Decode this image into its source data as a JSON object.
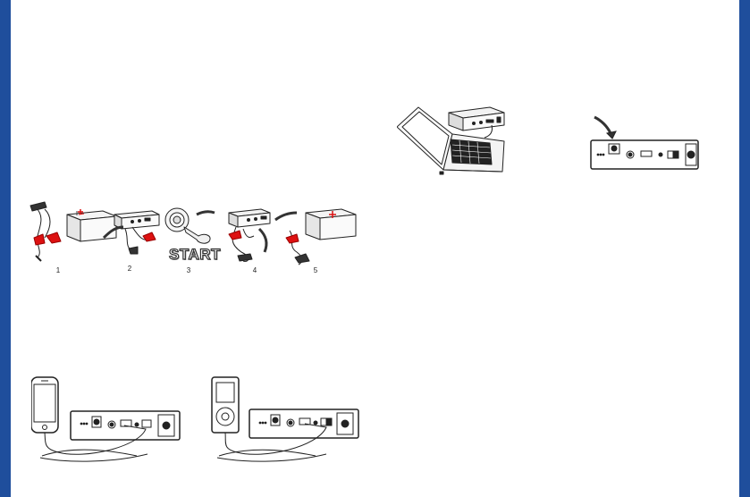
{
  "brand_color": "#1f4e9c",
  "jump_start_steps": {
    "start_label": "START",
    "step_numbers": [
      "1",
      "2",
      "3",
      "4",
      "5"
    ]
  },
  "icons": {
    "battery": "car-battery-icon",
    "clamp": "jumper-clamp-icon",
    "ignition": "ignition-key-icon",
    "arrow": "curved-arrow-icon",
    "laptop": "laptop-icon",
    "phone": "smartphone-icon",
    "player": "media-player-icon",
    "power_pack": "power-pack-icon"
  }
}
